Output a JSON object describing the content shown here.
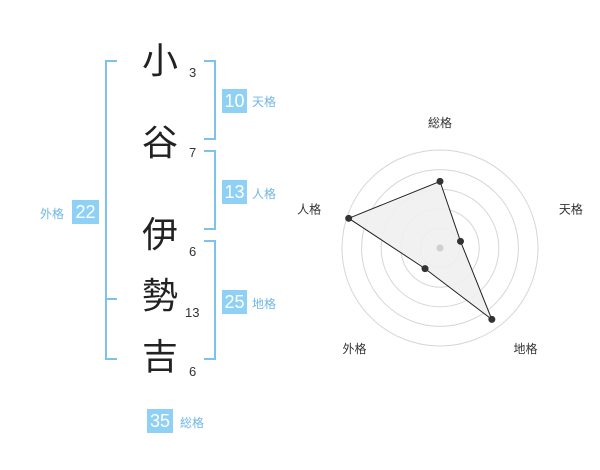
{
  "name": {
    "chars": [
      {
        "char": "小",
        "strokes": "3"
      },
      {
        "char": "谷",
        "strokes": "7"
      },
      {
        "char": "伊",
        "strokes": "6"
      },
      {
        "char": "勢",
        "strokes": "13"
      },
      {
        "char": "吉",
        "strokes": "6"
      }
    ]
  },
  "fortune": {
    "ten": {
      "value": "10",
      "label": "天格"
    },
    "jin": {
      "value": "13",
      "label": "人格"
    },
    "chi": {
      "value": "25",
      "label": "地格"
    },
    "gai": {
      "value": "22",
      "label": "外格"
    },
    "sou": {
      "value": "35",
      "label": "総格"
    }
  },
  "radar": {
    "axes": [
      "総格",
      "天格",
      "地格",
      "外格",
      "人格"
    ],
    "values": [
      0.68,
      0.22,
      0.9,
      0.26,
      0.98
    ],
    "max": 1,
    "rings": 5,
    "colors": {
      "ring": "#d6d6d6",
      "fill": "#efefef",
      "line": "#222222",
      "point": "#333333",
      "center": "#cfcfcf"
    }
  }
}
